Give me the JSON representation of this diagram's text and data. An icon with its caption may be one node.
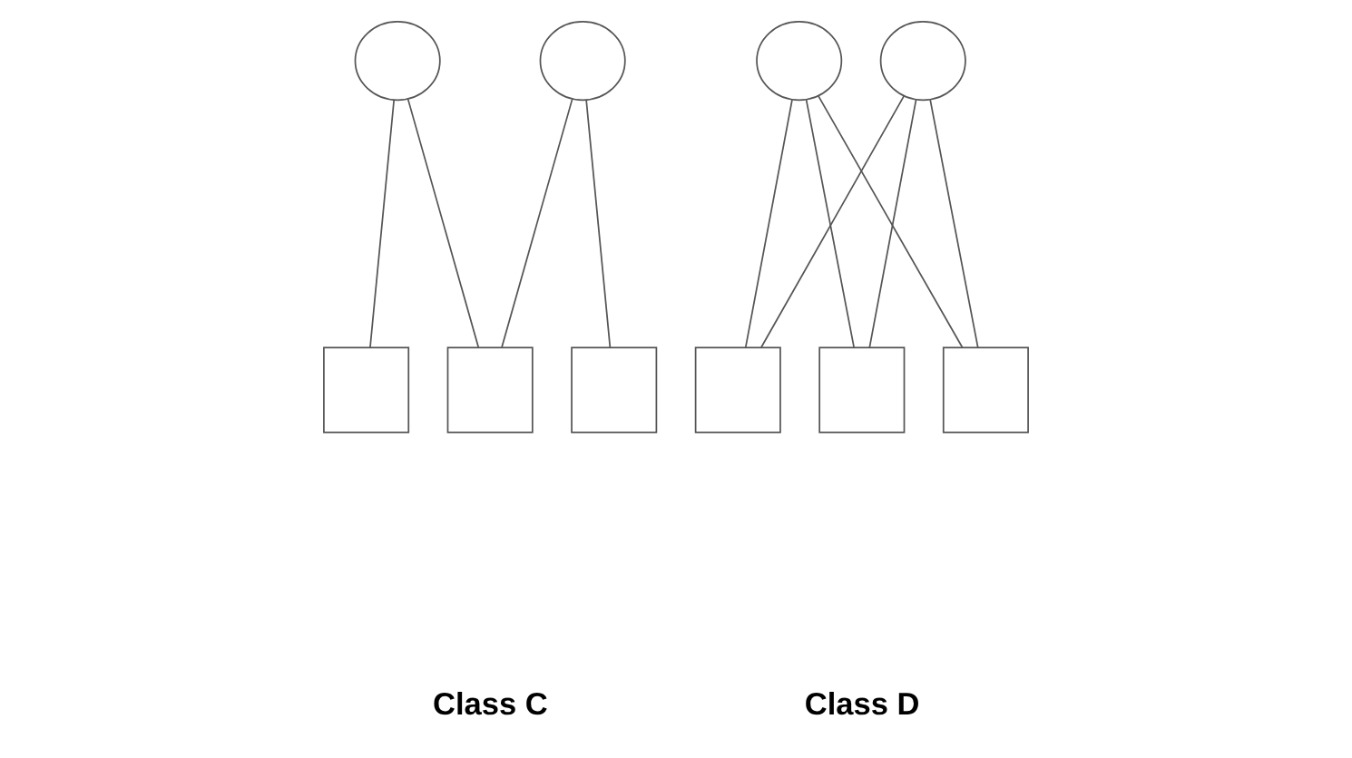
{
  "diagram": {
    "nodes": [
      {
        "text": [],
        "shape": "circle"
      },
      {
        "text": [],
        "shape": "circle"
      },
      {
        "text": [],
        "shape": "box"
      },
      {
        "text": [],
        "shape": "box"
      },
      {
        "text": [],
        "shape": "box"
      },
      {
        "text": [],
        "shape": "circle"
      },
      {
        "text": [],
        "shape": "circle"
      },
      {
        "text": [],
        "shape": "box"
      },
      {
        "text": [],
        "shape": "box"
      },
      {
        "text": [],
        "shape": "box"
      }
    ],
    "edges": [
      {
        "from": 0,
        "to": 2,
        "arrow": "none"
      },
      {
        "from": 0,
        "to": 3,
        "arrow": "none"
      },
      {
        "from": 1,
        "to": 3,
        "arrow": "none"
      },
      {
        "from": 1,
        "to": 4,
        "arrow": "none"
      },
      {
        "from": 5,
        "to": 7,
        "arrow": "none"
      },
      {
        "from": 5,
        "to": 8,
        "arrow": "none"
      },
      {
        "from": 5,
        "to": 9,
        "arrow": "none"
      },
      {
        "from": 6,
        "to": 7,
        "arrow": "none"
      },
      {
        "from": 6,
        "to": 8,
        "arrow": "none"
      },
      {
        "from": 6,
        "to": 9,
        "arrow": "none"
      }
    ],
    "labels": [
      "Class C",
      "Class D"
    ]
  }
}
